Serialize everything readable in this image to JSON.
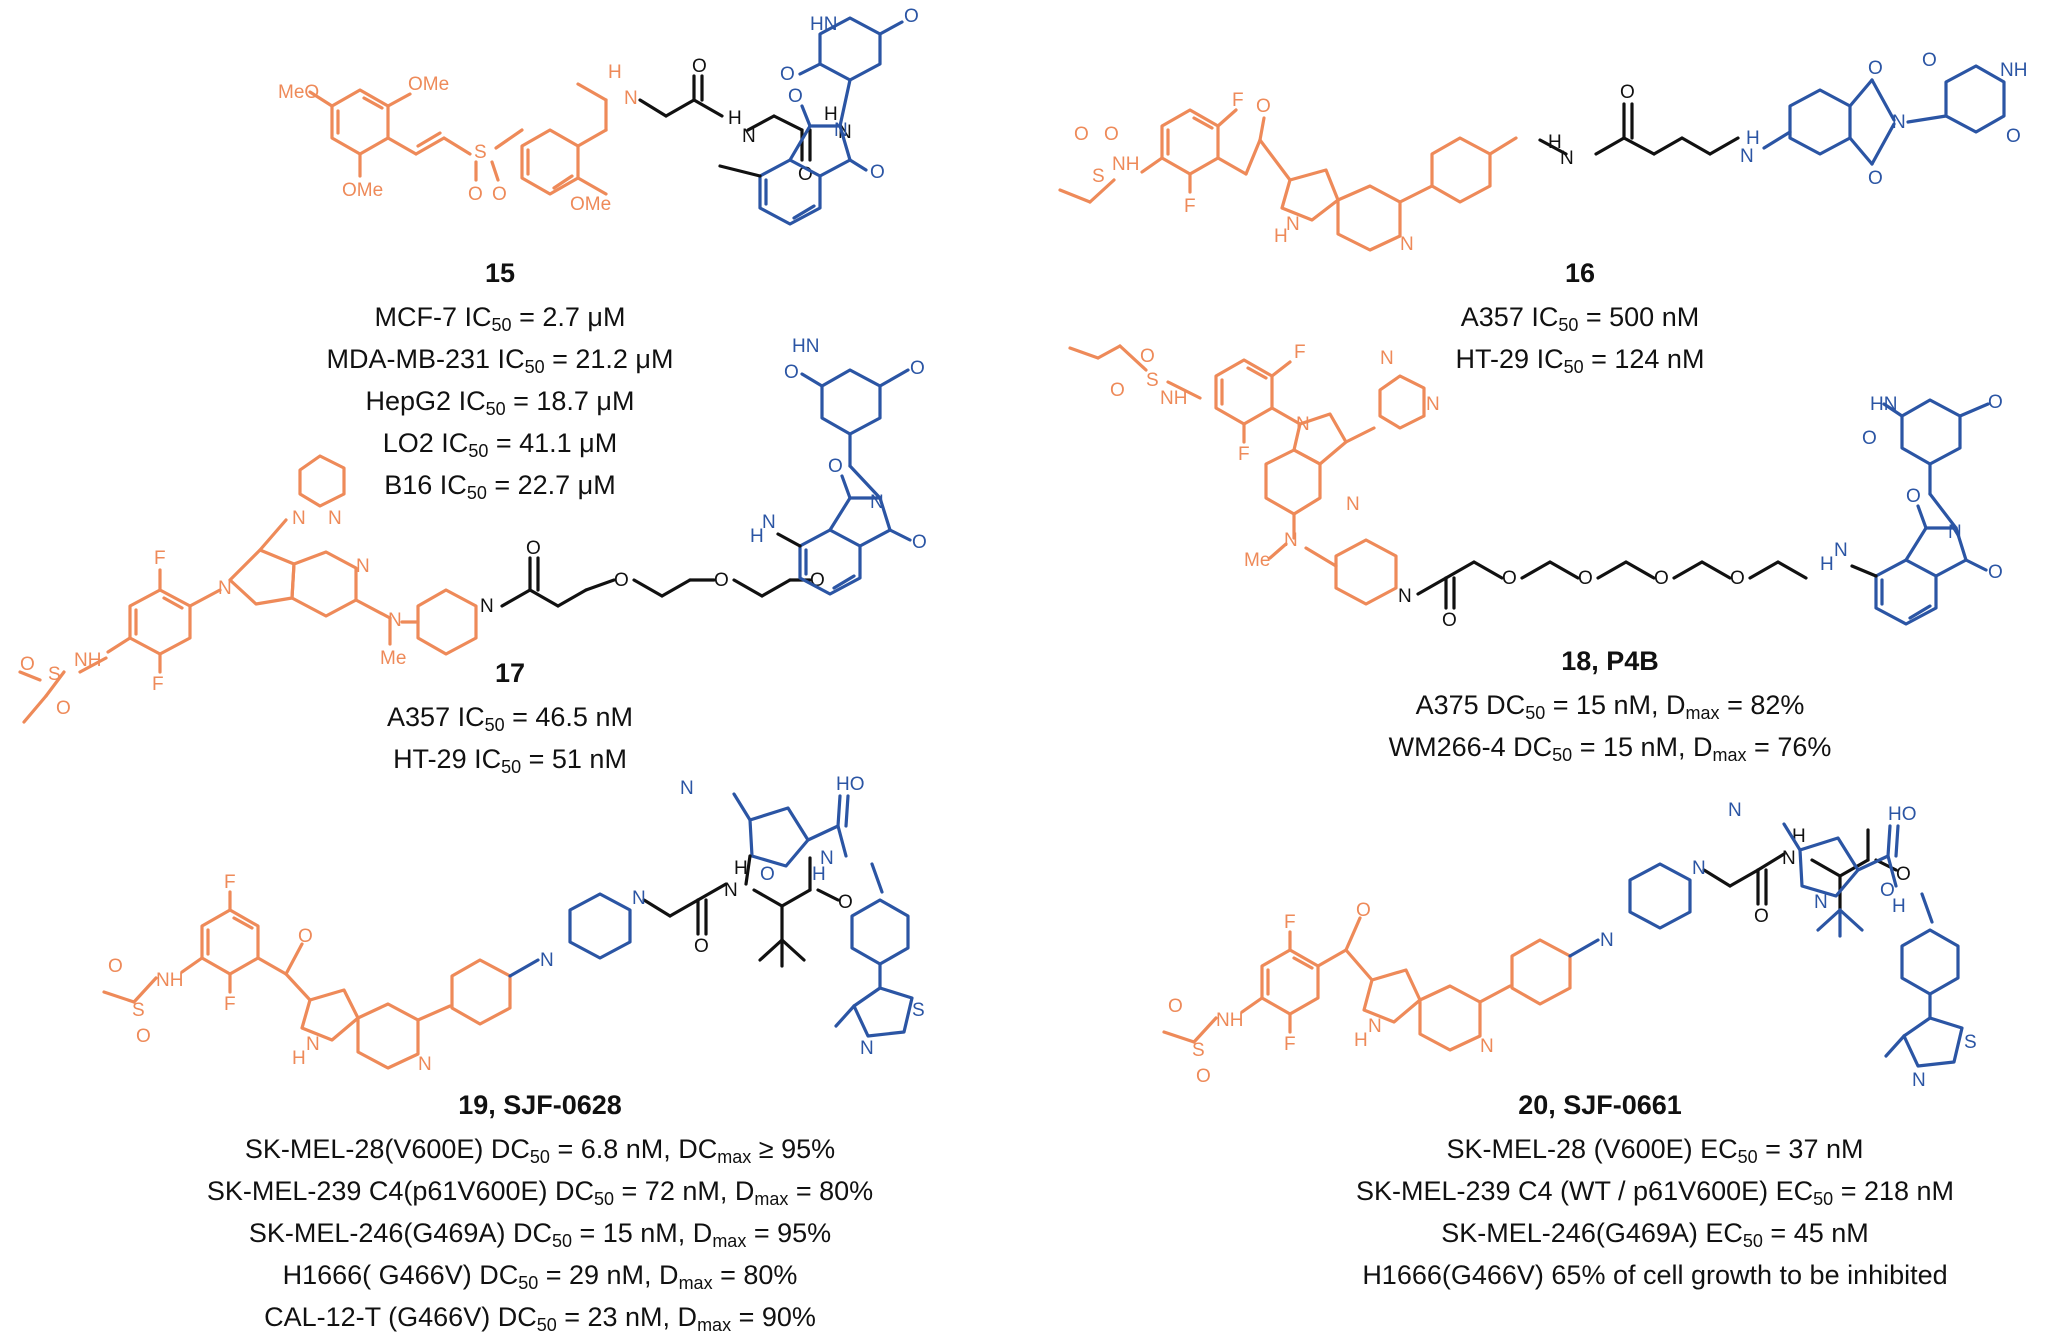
{
  "compounds": {
    "c15": {
      "label": "15",
      "atoms": [
        "MeO",
        "OMe",
        "OMe",
        "S",
        "O",
        "O",
        "H",
        "N",
        "O",
        "H",
        "N",
        "O",
        "H",
        "N",
        "OMe",
        "O",
        "N",
        "O",
        "O",
        "HN",
        "O"
      ],
      "activities": [
        {
          "cell": "MCF-7 IC",
          "sub": "50",
          "value": " = 2.7 μM"
        },
        {
          "cell": "MDA-MB-231 IC",
          "sub": "50",
          "value": " = 21.2 μM"
        },
        {
          "cell": "HepG2 IC",
          "sub": "50",
          "value": " = 18.7 μM"
        },
        {
          "cell": "LO2 IC",
          "sub": "50",
          "value": " = 41.1 μM"
        },
        {
          "cell": "B16 IC",
          "sub": "50",
          "value": " = 22.7 μM"
        }
      ]
    },
    "c16": {
      "label": "16",
      "atoms": [
        "F",
        "O",
        "NH",
        "S",
        "O",
        "O",
        "F",
        "N",
        "H",
        "N",
        "H",
        "N",
        "O",
        "H",
        "N",
        "O",
        "N",
        "O",
        "O",
        "NH",
        "O"
      ],
      "activities": [
        {
          "cell": "A357 IC",
          "sub": "50",
          "value": " = 500 nM"
        },
        {
          "cell": "HT-29 IC",
          "sub": "50",
          "value": " = 124 nM"
        }
      ]
    },
    "c17": {
      "label": "17",
      "atoms": [
        "N",
        "N",
        "F",
        "N",
        "NH",
        "S",
        "O",
        "O",
        "F",
        "N",
        "N",
        "Me",
        "N",
        "O",
        "O",
        "O",
        "O",
        "H",
        "N",
        "O",
        "N",
        "O",
        "O",
        "HN",
        "O"
      ],
      "activities": [
        {
          "cell": "A357 IC",
          "sub": "50",
          "value": " = 46.5 nM"
        },
        {
          "cell": "HT-29 IC",
          "sub": "50",
          "value": " = 51 nM"
        }
      ]
    },
    "c18": {
      "label": "18, P4B",
      "atoms": [
        "O",
        "O",
        "S",
        "NH",
        "F",
        "F",
        "N",
        "N",
        "N",
        "N",
        "N",
        "Me",
        "N",
        "O",
        "O",
        "O",
        "O",
        "O",
        "H",
        "N",
        "O",
        "N",
        "O",
        "O",
        "HN",
        "O"
      ],
      "activities": [
        {
          "cell": "A375 DC",
          "sub": "50",
          "value": " = 15 nM, D",
          "sub2": "max",
          "value2": " = 82%"
        },
        {
          "cell": "WM266-4 DC",
          "sub": "50",
          "value": " = 15 nM, D",
          "sub2": "max",
          "value2": " = 76%"
        }
      ]
    },
    "c19": {
      "label": "19, SJF-0628",
      "atoms": [
        "F",
        "O",
        "NH",
        "S",
        "O",
        "O",
        "F",
        "N",
        "H",
        "N",
        "N",
        "N",
        "O",
        "H",
        "N",
        "O",
        "N",
        "O",
        "HO",
        "N",
        "H",
        "S",
        "N"
      ],
      "activities": [
        {
          "cell": "SK-MEL-28(V600E) DC",
          "sub": "50",
          "value": "  = 6.8 nM, DC",
          "sub2": "max",
          "value2": " ≥ 95%"
        },
        {
          "cell": "SK-MEL-239 C4(p61V600E) DC",
          "sub": "50",
          "value": " = 72 nM,  D",
          "sub2": "max",
          "value2": " = 80%"
        },
        {
          "cell": "SK-MEL-246(G469A)  DC",
          "sub": "50",
          "value": " = 15 nM, D",
          "sub2": "max",
          "value2": " = 95%"
        },
        {
          "cell": "H1666( G466V)  DC",
          "sub": "50",
          "value": " = 29 nM, D",
          "sub2": "max",
          "value2": " = 80%"
        },
        {
          "cell": "CAL-12-T (G466V) DC",
          "sub": "50",
          "value": " = 23 nM, D",
          "sub2": "max",
          "value2": " = 90%"
        }
      ]
    },
    "c20": {
      "label": "20, SJF-0661",
      "atoms": [
        "F",
        "O",
        "NH",
        "S",
        "O",
        "O",
        "F",
        "N",
        "H",
        "N",
        "N",
        "N",
        "O",
        "H",
        "N",
        "O",
        "N",
        "HO",
        "O",
        "H",
        "N",
        "S",
        "N"
      ],
      "activities": [
        {
          "cell": "SK-MEL-28 (V600E) EC",
          "sub": "50",
          "value": " = 37 nM"
        },
        {
          "cell": "SK-MEL-239 C4 (WT / p61V600E) EC",
          "sub": "50",
          "value": " = 218  nM"
        },
        {
          "cell": "SK-MEL-246(G469A)  EC",
          "sub": "50",
          "value": " = 45 nM"
        },
        {
          "cell": "H1666(G466V) 65% of cell growth to be inhibited",
          "sub": "",
          "value": ""
        }
      ]
    }
  }
}
